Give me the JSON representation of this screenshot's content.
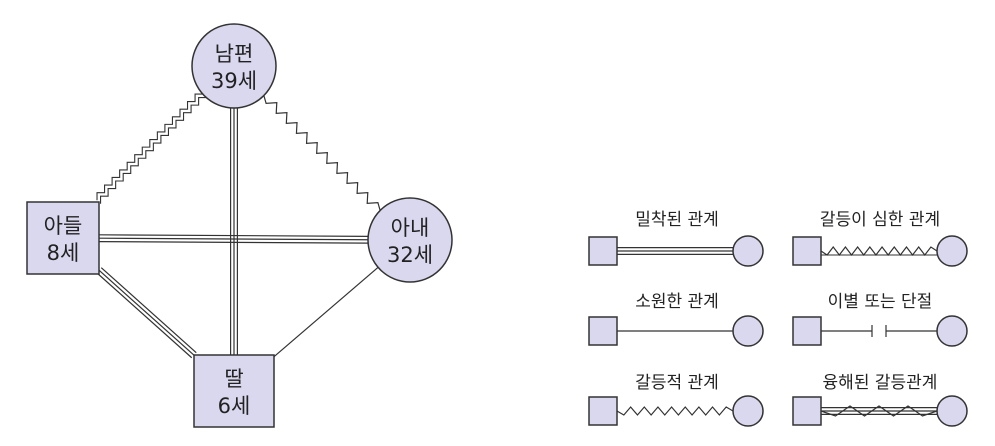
{
  "colors": {
    "node_fill": "#dad8ee",
    "stroke": "#333333",
    "text": "#222222"
  },
  "members": {
    "husband": {
      "name": "남편",
      "age": "39세",
      "shape": "circle"
    },
    "wife": {
      "name": "아내",
      "age": "32세",
      "shape": "circle"
    },
    "son": {
      "name": "아들",
      "age": "8세",
      "shape": "square"
    },
    "daughter": {
      "name": "딸",
      "age": "6세",
      "shape": "square"
    }
  },
  "relations": [
    {
      "from": "husband",
      "to": "son",
      "type": "conflict_fused"
    },
    {
      "from": "husband",
      "to": "wife",
      "type": "conflict"
    },
    {
      "from": "husband",
      "to": "daughter",
      "type": "close"
    },
    {
      "from": "son",
      "to": "wife",
      "type": "close"
    },
    {
      "from": "son",
      "to": "daughter",
      "type": "close"
    },
    {
      "from": "wife",
      "to": "daughter",
      "type": "distant"
    }
  ],
  "legend": {
    "close": "밀착된 관계",
    "severe_conflict": "갈등이 심한 관계",
    "distant": "소원한 관계",
    "cutoff": "이별 또는 단절",
    "conflict": "갈등적 관계",
    "conflict_fused": "융해된 갈등관계"
  }
}
